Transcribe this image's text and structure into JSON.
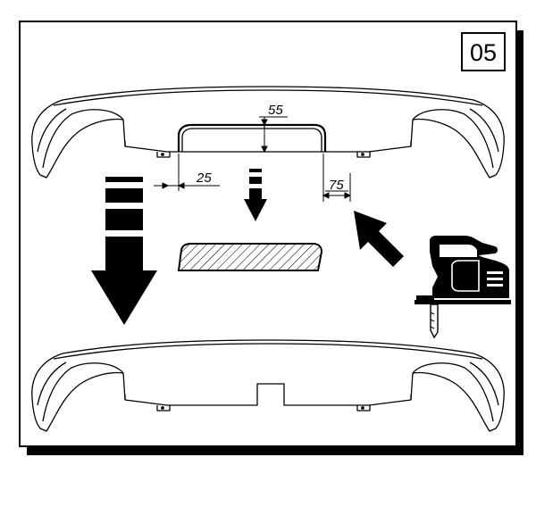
{
  "step": {
    "number": "05"
  },
  "dimensions": {
    "height": "55",
    "left_offset": "25",
    "right_offset": "75"
  },
  "icons": {
    "down_arrow_large": "large-down-arrow-icon",
    "down_arrow_small": "small-down-arrow-icon",
    "diagonal_arrow": "diagonal-arrow-icon",
    "tool": "jigsaw-icon"
  },
  "colors": {
    "ink": "#000000",
    "paper": "#ffffff",
    "shadow": "#000000"
  }
}
